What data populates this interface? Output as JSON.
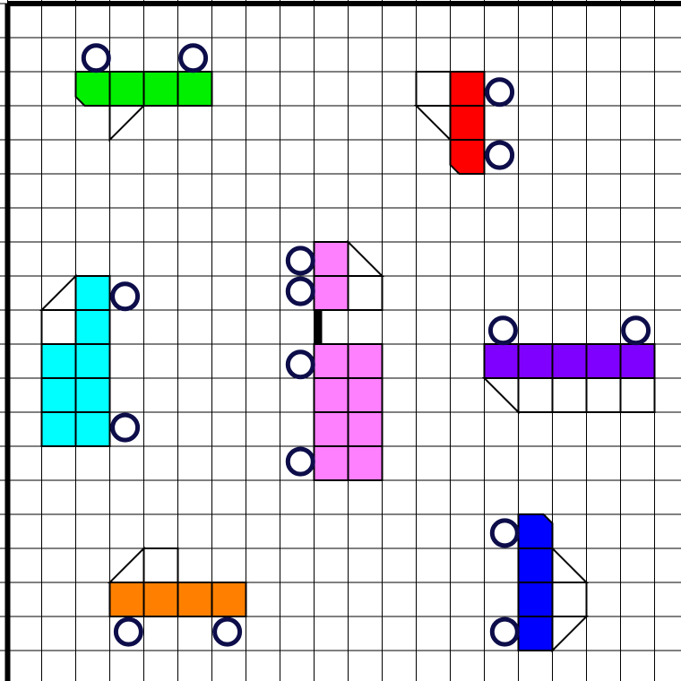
{
  "colors": {
    "background": "#ffffff",
    "grid": "#000000",
    "wheel_stroke": "#0d0d4a",
    "wheel_fill": "#ffffff",
    "coupler": "#000000"
  },
  "grid": {
    "columns": 20,
    "rows": 20,
    "unit": "cell"
  },
  "vehicles": [
    {
      "name": "green-truck",
      "color": "#00f000",
      "body": [
        [
          2,
          2
        ],
        [
          3,
          2
        ],
        [
          4,
          2
        ],
        [
          5,
          2
        ]
      ],
      "cut_corner": [
        2,
        2,
        "bl"
      ],
      "cab_outline": [
        [
          3,
          3,
          "tl"
        ]
      ],
      "wheels": [
        [
          2.6,
          1.6
        ],
        [
          5.45,
          1.6
        ]
      ]
    },
    {
      "name": "red-truck",
      "color": "#ff0000",
      "body": [
        [
          13,
          2
        ],
        [
          13,
          3
        ],
        [
          13,
          4
        ]
      ],
      "cut_corner": [
        13,
        4,
        "bl"
      ],
      "cab_outline": [
        [
          12,
          2,
          "rect"
        ],
        [
          12,
          3,
          "tr"
        ]
      ],
      "wheels": [
        [
          14.45,
          2.6
        ],
        [
          14.45,
          4.45
        ]
      ]
    },
    {
      "name": "cyan-truck",
      "color": "#00ffff",
      "body": [
        [
          2,
          8
        ],
        [
          2,
          9
        ],
        [
          1,
          10
        ],
        [
          2,
          10
        ],
        [
          1,
          11
        ],
        [
          2,
          11
        ],
        [
          1,
          12
        ],
        [
          2,
          12
        ]
      ],
      "cut_corner": null,
      "cab_outline": [
        [
          1,
          8,
          "br"
        ],
        [
          1,
          9,
          "rect"
        ]
      ],
      "wheels": [
        [
          3.45,
          8.6
        ],
        [
          3.45,
          12.45
        ]
      ]
    },
    {
      "name": "pink-truck",
      "color": "#ff80ff",
      "body": [
        [
          9,
          7
        ],
        [
          9,
          8
        ],
        [
          9,
          10
        ],
        [
          10,
          10
        ],
        [
          9,
          11
        ],
        [
          10,
          11
        ],
        [
          9,
          12
        ],
        [
          10,
          12
        ],
        [
          9,
          13
        ],
        [
          10,
          13
        ]
      ],
      "cut_corner": null,
      "cab_outline": [
        [
          10,
          7,
          "bl"
        ],
        [
          10,
          8,
          "rect"
        ]
      ],
      "coupler": [
        9,
        9
      ],
      "wheels": [
        [
          8.6,
          7.55
        ],
        [
          8.6,
          8.45
        ],
        [
          8.6,
          10.6
        ],
        [
          8.6,
          13.45
        ]
      ]
    },
    {
      "name": "purple-truck",
      "color": "#8000ff",
      "body": [
        [
          14,
          10
        ],
        [
          15,
          10
        ],
        [
          16,
          10
        ],
        [
          17,
          10
        ],
        [
          18,
          10
        ]
      ],
      "cut_corner": null,
      "cab_outline": [
        [
          14,
          11,
          "tr"
        ],
        [
          15,
          11,
          "rect"
        ],
        [
          16,
          11,
          "rect"
        ],
        [
          17,
          11,
          "rect"
        ],
        [
          18,
          11,
          "rect"
        ]
      ],
      "wheels": [
        [
          14.55,
          9.6
        ],
        [
          18.45,
          9.6
        ]
      ]
    },
    {
      "name": "blue-truck",
      "color": "#0000ff",
      "body": [
        [
          15,
          15
        ],
        [
          15,
          16
        ],
        [
          15,
          17
        ],
        [
          15,
          18
        ]
      ],
      "cut_corner": [
        15,
        15,
        "tr"
      ],
      "cab_outline": [
        [
          16,
          16,
          "bl"
        ],
        [
          16,
          17,
          "rect"
        ],
        [
          16,
          18,
          "tl"
        ]
      ],
      "wheels": [
        [
          14.6,
          15.55
        ],
        [
          14.6,
          18.45
        ]
      ]
    },
    {
      "name": "orange-truck",
      "color": "#ff8000",
      "body": [
        [
          3,
          17
        ],
        [
          4,
          17
        ],
        [
          5,
          17
        ],
        [
          6,
          17
        ]
      ],
      "cut_corner": null,
      "cab_outline": [
        [
          3,
          16,
          "br"
        ],
        [
          4,
          16,
          "rect"
        ]
      ],
      "wheels": [
        [
          3.55,
          18.45
        ],
        [
          6.45,
          18.45
        ]
      ]
    }
  ]
}
